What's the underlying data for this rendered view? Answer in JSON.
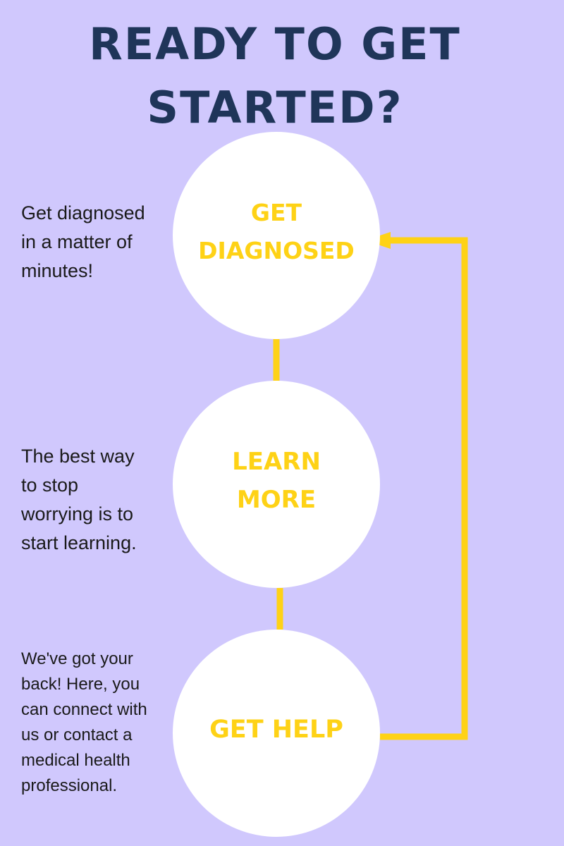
{
  "title": {
    "lines": [
      "READY TO GET",
      "STARTED?"
    ]
  },
  "steps": [
    {
      "label_lines": [
        "GET",
        "DIAGNOSED"
      ],
      "description_lines": [
        "Get diagnosed",
        "in a matter of",
        "minutes!"
      ]
    },
    {
      "label_lines": [
        "LEARN",
        "MORE"
      ],
      "description_lines": [
        "The best way",
        "to stop",
        "worrying is to",
        "start learning."
      ]
    },
    {
      "label_lines": [
        "GET HELP"
      ],
      "description_lines": [
        "We've got your",
        "back! Here, you",
        "can connect with",
        "us or contact a",
        "medical health",
        "professional."
      ]
    }
  ],
  "colors": {
    "background": "#d0c8fd",
    "title": "#1f3559",
    "circle": "#ffffff",
    "accent": "#fed216",
    "body_text": "#1a1a1a"
  }
}
